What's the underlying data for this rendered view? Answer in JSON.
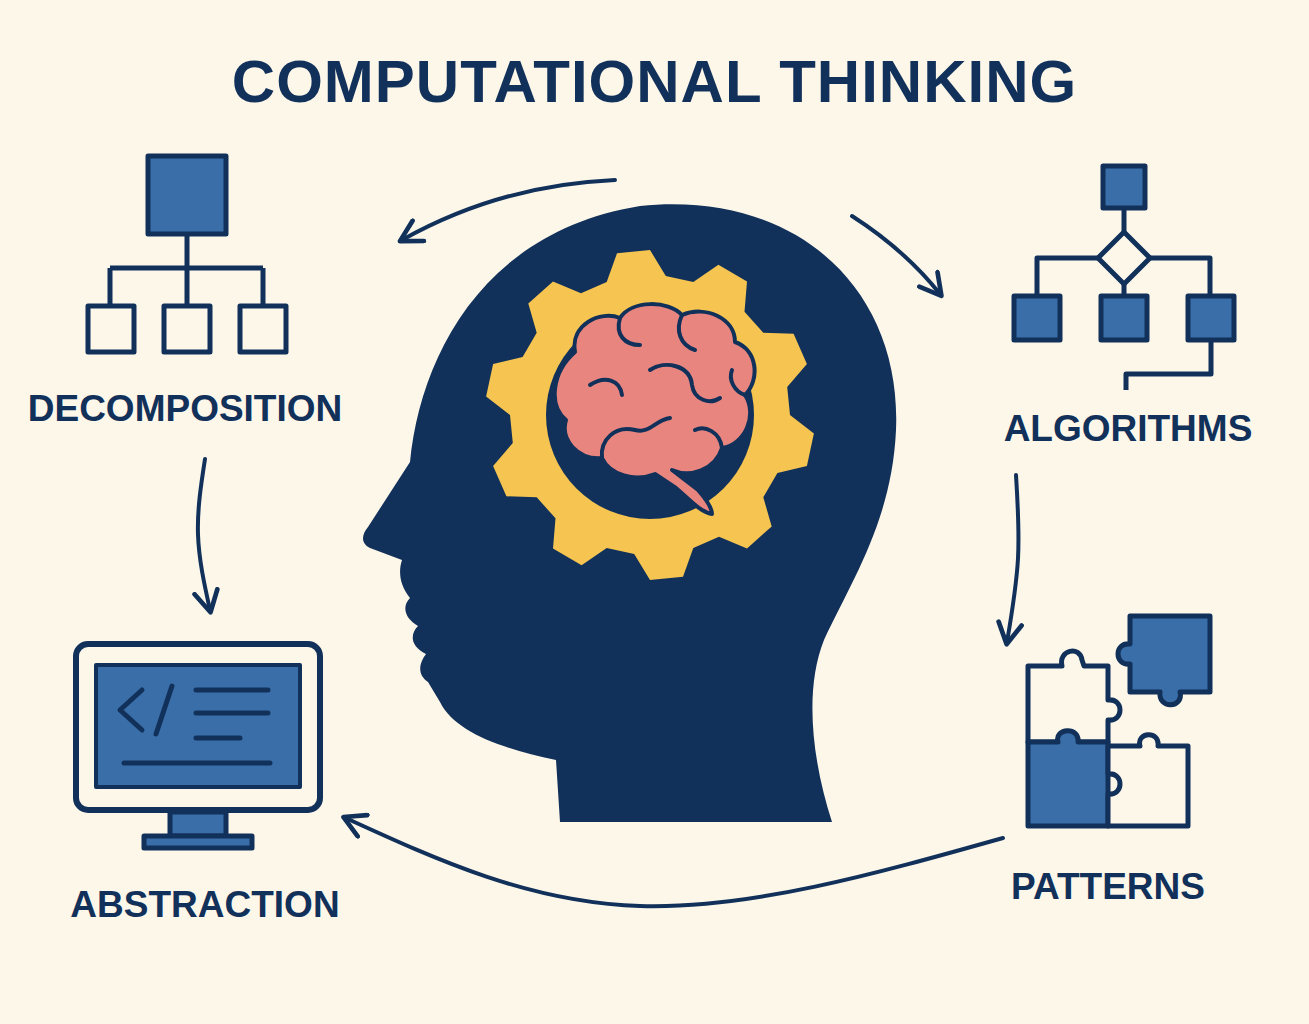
{
  "diagram": {
    "title": "COMPUTATIONAL THINKING",
    "nodes": [
      {
        "text": [
          "DECOMPOSITION"
        ]
      },
      {
        "text": [
          "ALGORITHMS"
        ]
      },
      {
        "text": [
          "ABSTRACTION"
        ]
      },
      {
        "text": [
          "PATTERNS"
        ]
      }
    ],
    "edges": [
      {
        "from": 0,
        "to": 2,
        "arrow": "to"
      },
      {
        "from": 1,
        "to": 3,
        "arrow": "to"
      },
      {
        "from": 3,
        "to": 2,
        "arrow": "to"
      }
    ]
  }
}
